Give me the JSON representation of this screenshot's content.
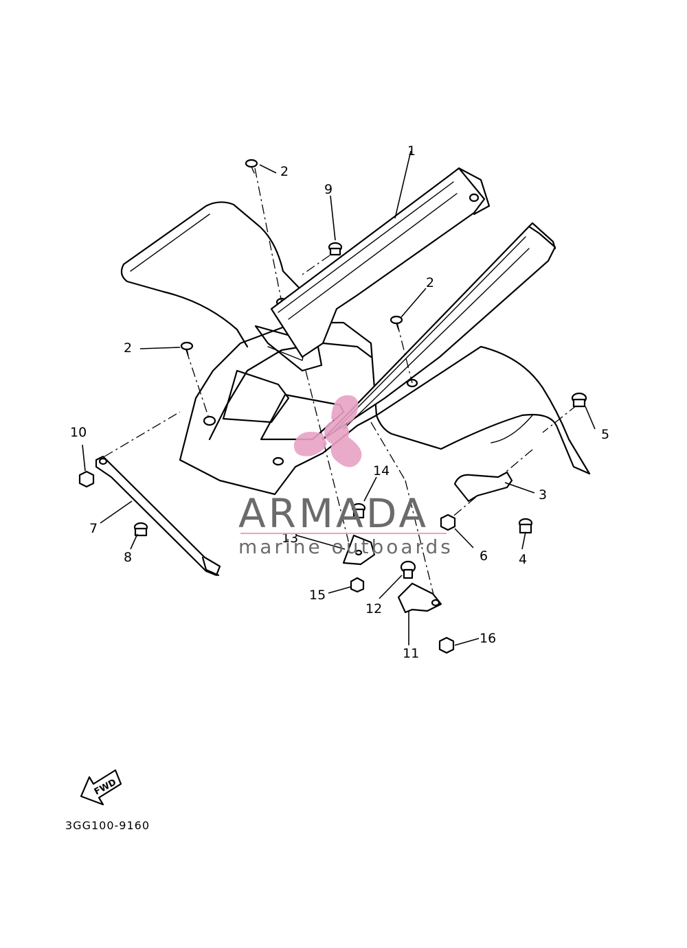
{
  "diagram": {
    "callouts": [
      {
        "id": "c1",
        "label": "1"
      },
      {
        "id": "c2a",
        "label": "2"
      },
      {
        "id": "c2b",
        "label": "2"
      },
      {
        "id": "c2c",
        "label": "2"
      },
      {
        "id": "c3",
        "label": "3"
      },
      {
        "id": "c4",
        "label": "4"
      },
      {
        "id": "c5",
        "label": "5"
      },
      {
        "id": "c6",
        "label": "6"
      },
      {
        "id": "c7",
        "label": "7"
      },
      {
        "id": "c8",
        "label": "8"
      },
      {
        "id": "c9",
        "label": "9"
      },
      {
        "id": "c10",
        "label": "10"
      },
      {
        "id": "c11",
        "label": "11"
      },
      {
        "id": "c12",
        "label": "12"
      },
      {
        "id": "c13",
        "label": "13"
      },
      {
        "id": "c14",
        "label": "14"
      },
      {
        "id": "c15",
        "label": "15"
      },
      {
        "id": "c16",
        "label": "16"
      }
    ],
    "fwd_arrow_label": "FWD",
    "drawing_code": "3GG100-9160"
  },
  "watermark": {
    "title": "ARMADA",
    "subtitle": "marine outboards",
    "logo": "propeller-logo",
    "title_color": "#6b6b6b",
    "subtitle_color": "#6b6b6b",
    "logo_color": "#e8a2c6",
    "rule_color": "#e8a2c6"
  }
}
